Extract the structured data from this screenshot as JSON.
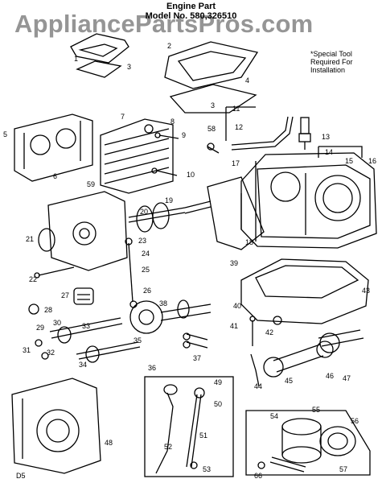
{
  "watermark": "AppliancePartsPros.com",
  "header": {
    "line1": "Engine Part",
    "line2": "Model No. 580,326510"
  },
  "note": {
    "line1": "*Special Tool",
    "line2": "Required For",
    "line3": "Installation"
  },
  "callouts": [
    "1",
    "2",
    "3",
    "3",
    "4",
    "5",
    "6",
    "7",
    "8",
    "9",
    "10",
    "58",
    "11",
    "12",
    "13",
    "14",
    "15",
    "16",
    "17",
    "18",
    "59",
    "19",
    "20",
    "21",
    "22",
    "23",
    "24",
    "25",
    "26",
    "27",
    "28",
    "29",
    "30",
    "31",
    "32",
    "33",
    "34",
    "35",
    "36",
    "37",
    "38",
    "39",
    "40",
    "41",
    "42",
    "43",
    "44",
    "45",
    "46",
    "47",
    "48",
    "49",
    "50",
    "51",
    "52",
    "53",
    "54",
    "55",
    "56",
    "57",
    "66",
    "D5"
  ]
}
